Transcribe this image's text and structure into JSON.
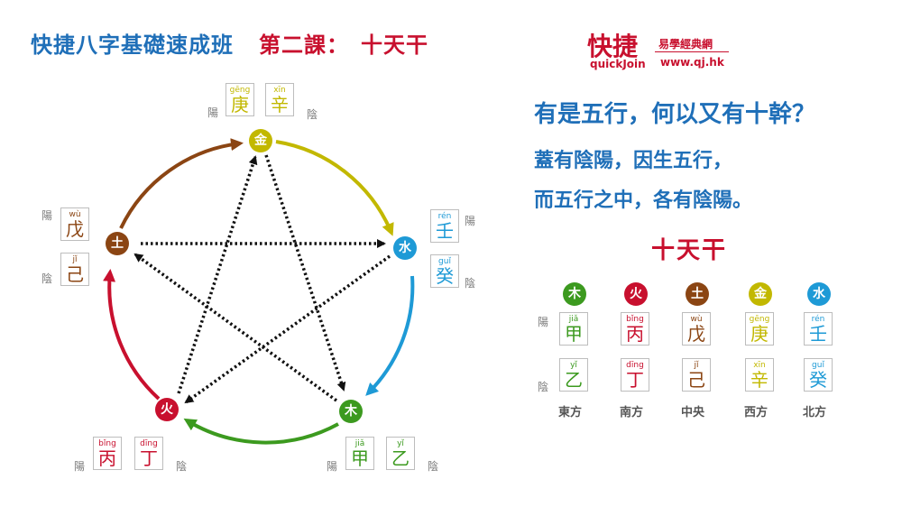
{
  "header": {
    "course": "快捷八字基礎速成班",
    "lesson": "第二課：　十天干",
    "brand_cn": "快捷",
    "brand_en": "quickJoin",
    "brand_site": "易學經典網",
    "brand_url": "www.qj.hk"
  },
  "text": {
    "question": "有是五行，何以又有十幹？",
    "answer_1": "蓋有陰陽，因生五行，",
    "answer_2": "而五行之中，各有陰陽。",
    "subtitle": "十天干"
  },
  "labels": {
    "yang": "陽",
    "yin": "陰"
  },
  "colors": {
    "metal": "#c2b800",
    "water": "#1e9ad6",
    "wood": "#3c9a1f",
    "fire": "#c8102e",
    "earth": "#8b4513"
  },
  "elements": {
    "metal": {
      "name": "金",
      "yang": {
        "py": "gēng",
        "ch": "庚"
      },
      "yin": {
        "py": "xīn",
        "ch": "辛"
      },
      "direction": "西方"
    },
    "water": {
      "name": "水",
      "yang": {
        "py": "rén",
        "ch": "壬"
      },
      "yin": {
        "py": "guǐ",
        "ch": "癸"
      },
      "direction": "北方"
    },
    "wood": {
      "name": "木",
      "yang": {
        "py": "jiǎ",
        "ch": "甲"
      },
      "yin": {
        "py": "yǐ",
        "ch": "乙"
      },
      "direction": "東方"
    },
    "fire": {
      "name": "火",
      "yang": {
        "py": "bǐng",
        "ch": "丙"
      },
      "yin": {
        "py": "dīng",
        "ch": "丁"
      },
      "direction": "南方"
    },
    "earth": {
      "name": "土",
      "yang": {
        "py": "wù",
        "ch": "戊"
      },
      "yin": {
        "py": "jǐ",
        "ch": "己"
      },
      "direction": "中央"
    }
  }
}
